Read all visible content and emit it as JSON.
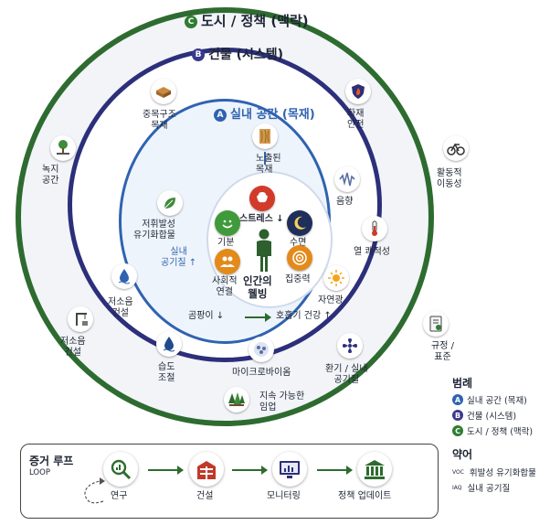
{
  "rings": {
    "c_title": "도시 / 정책 (맥락)",
    "b_title": "건물 (시스템)",
    "a_title": "실내 공간 (목재)"
  },
  "badges": {
    "a": "A",
    "b": "B",
    "c": "C"
  },
  "outer_items": {
    "green_space": "녹지\n공간",
    "low_noise": "저소음\n건설",
    "active_mobility": "활동적\n이동성",
    "regulation": "규정 /\n표준",
    "sustainable_forestry": "지속 가능한\n임업"
  },
  "building_items": {
    "mass_timber": "중목구조\n목재",
    "fire_safety": "화재\n안전",
    "low_noise": "저소음\n건설",
    "humidity": "습도\n조절",
    "microbiome": "마이크로바이옴",
    "ventilation": "환기 / 실내\n공기질"
  },
  "indoor_items": {
    "exposed_wood": "노출된\n목재",
    "voc": "저휘발성\n유기화합물",
    "iaq": "실내\n공기질 ↑",
    "acoustics": "음향",
    "thermal": "열 쾌적성",
    "daylight": "자연광",
    "mold": "곰팡이 ↓",
    "respiratory": "호흡기 건강 ↑"
  },
  "center": {
    "stress": "스트레스 ↓",
    "mood": "기분",
    "sleep": "수면",
    "social": "사회적\n연결",
    "focus": "집중력",
    "wellbeing": "인간의\n웰빙"
  },
  "legend": {
    "title": "범례",
    "a": "실내 공간 (목재)",
    "b": "건물 (시스템)",
    "c": "도시 / 정책 (맥락)"
  },
  "abbr": {
    "title": "약어",
    "voc_key": "VOC",
    "voc": "휘발성 유기화합물",
    "iaq_key": "IAQ",
    "iaq": "실내 공기질"
  },
  "loop": {
    "title": "증거 루프",
    "subtitle": "LOOP",
    "research": "연구",
    "construction": "건설",
    "monitoring": "모니터링",
    "policy": "정책 업데이트"
  },
  "colors": {
    "ring_c": "#2e6b30",
    "ring_b": "#2c2f7a",
    "ring_a": "#2f63b0",
    "badge_c": "#2e7d32",
    "badge_b": "#3a3a8c",
    "badge_a": "#2f63b0"
  },
  "icons": {
    "green_space": "tree-bench-icon",
    "low_noise": "crane-icon",
    "active_mobility": "bicycle-icon",
    "regulation": "checklist-icon",
    "sustainable_forestry": "forest-icon",
    "mass_timber": "lumber-stack-icon",
    "fire_safety": "fire-shield-icon",
    "humidity": "water-drop-icon",
    "microbiome": "microbe-icon",
    "ventilation": "fan-icon",
    "exposed_wood": "wood-panel-icon",
    "voc": "leaf-icon",
    "acoustics": "sound-wave-icon",
    "thermal": "thermometer-icon",
    "daylight": "sun-icon",
    "stress": "brain-icon",
    "mood": "smile-icon",
    "sleep": "moon-icon",
    "social": "people-icon",
    "focus": "target-icon",
    "wellbeing": "person-icon"
  }
}
